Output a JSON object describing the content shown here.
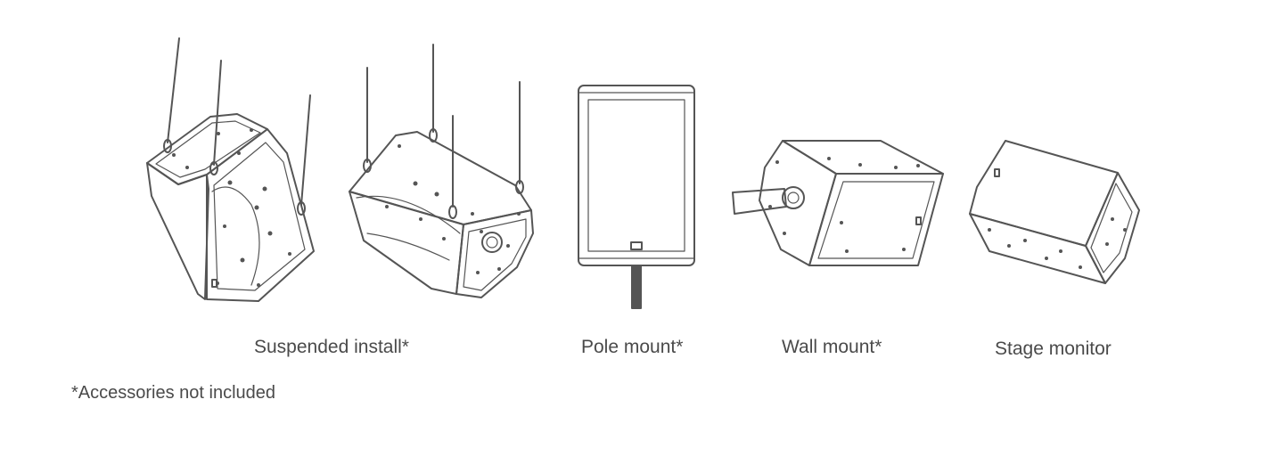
{
  "captions": {
    "suspended": "Suspended install*",
    "pole": "Pole mount*",
    "wall": "Wall mount*",
    "stage": "Stage monitor"
  },
  "footnote": "*Accessories not included",
  "illustrations": [
    {
      "name": "suspended-speaker-portrait"
    },
    {
      "name": "suspended-speaker-landscape"
    },
    {
      "name": "pole-mounted-speaker"
    },
    {
      "name": "wall-mounted-speaker"
    },
    {
      "name": "stage-monitor-speaker"
    }
  ],
  "colors": {
    "line": "#555555",
    "text": "#4a4a4a",
    "background": "#ffffff"
  }
}
